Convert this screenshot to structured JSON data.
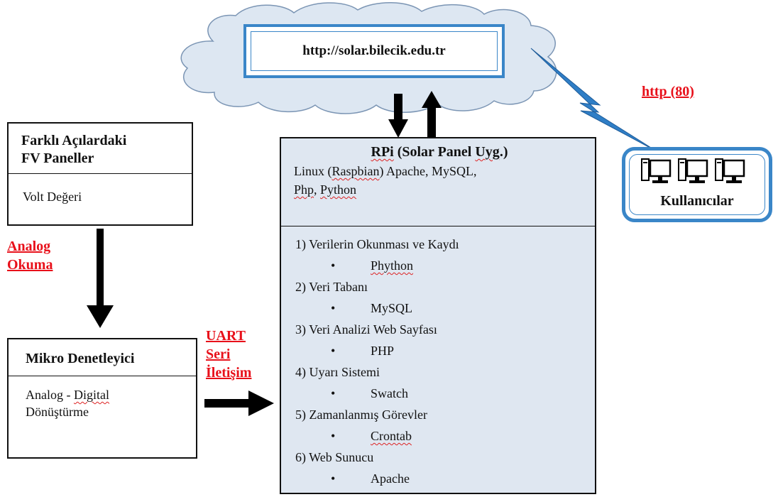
{
  "cloud": {
    "url": "http://solar.bilecik.edu.tr"
  },
  "fv_panels": {
    "title": "Farklı Açılardaki\nFV Paneller",
    "value": "Volt Değeri"
  },
  "analog_label": [
    "Analog",
    "Okuma"
  ],
  "microcontroller": {
    "title": "Mikro Denetleyici",
    "conversion": [
      "Analog - ",
      "Digital",
      "Dönüştürme"
    ]
  },
  "uart_label": [
    "UART",
    "Seri",
    "İletişim"
  ],
  "rpi": {
    "title_parts": [
      "RPi",
      " (Solar Panel ",
      "Uyg",
      ".)"
    ],
    "tech_line1": [
      "Linux (",
      "Raspbian",
      ") Apache,  MySQL,"
    ],
    "tech_line2": [
      "Php",
      ", ",
      "Python"
    ],
    "tasks": [
      {
        "label": "1) Verilerin Okunması ve Kaydı",
        "tool": "Phython"
      },
      {
        "label": "2) Veri Tabanı",
        "tool": "MySQL"
      },
      {
        "label": "3) Veri Analizi Web Sayfası",
        "tool": "PHP"
      },
      {
        "label": "4) Uyarı Sistemi",
        "tool": "Swatch"
      },
      {
        "label": "5) Zamanlanmış Görevler",
        "tool": "Crontab"
      },
      {
        "label": "6) Web Sunucu",
        "tool": "Apache"
      }
    ],
    "bullet": "•"
  },
  "http_label": "http (80)",
  "users": {
    "label": "Kullanıcılar",
    "icon": "computer-icon"
  },
  "colors": {
    "blue": "#3a86c8",
    "cloud_fill": "#dde7f2",
    "rpi_fill": "#dfe7f1",
    "red": "#e8101a"
  }
}
